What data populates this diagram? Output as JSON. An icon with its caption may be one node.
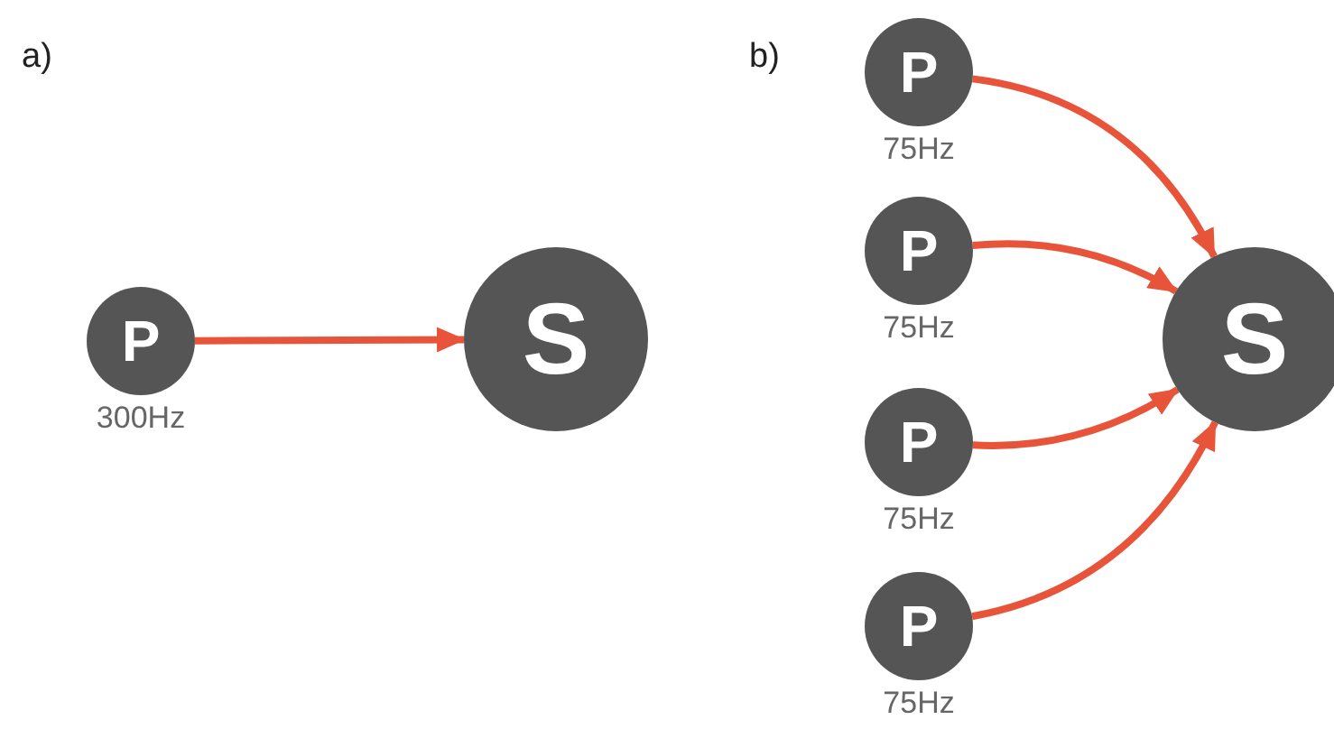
{
  "diagram": {
    "nodes": [
      {
        "text": [
          "P"
        ],
        "beside": [
          "300Hz"
        ]
      },
      {
        "text": [
          "S"
        ]
      },
      {
        "text": [
          "P"
        ],
        "beside": [
          "75Hz"
        ]
      },
      {
        "text": [
          "P"
        ],
        "beside": [
          "75Hz"
        ]
      },
      {
        "text": [
          "P"
        ],
        "beside": [
          "75Hz"
        ]
      },
      {
        "text": [
          "P"
        ],
        "beside": [
          "75Hz"
        ]
      },
      {
        "text": [
          "S"
        ]
      }
    ],
    "edges": [
      {
        "from": 0,
        "to": 1,
        "arrow": "to"
      },
      {
        "from": 2,
        "to": 6,
        "arrow": "to"
      },
      {
        "from": 3,
        "to": 6,
        "arrow": "to"
      },
      {
        "from": 4,
        "to": 6,
        "arrow": "to"
      },
      {
        "from": 5,
        "to": 6,
        "arrow": "to"
      }
    ],
    "labels": [
      "a)",
      "b)"
    ]
  }
}
